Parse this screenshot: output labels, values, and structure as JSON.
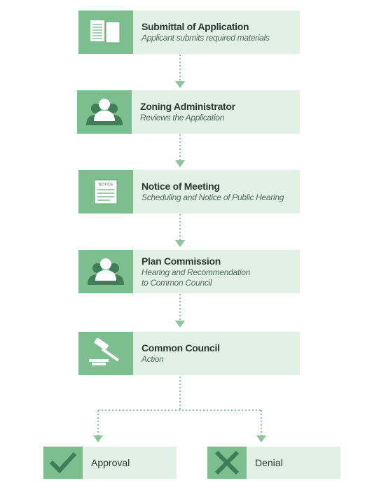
{
  "colors": {
    "accent": "#7dbe8e",
    "panel": "#e3f0e6",
    "connector": "#8ec69c"
  },
  "steps": [
    {
      "title": "Submittal of Application",
      "subtitle": "Applicant submits required materials",
      "icon": "document-icon"
    },
    {
      "title": "Zoning Administrator",
      "subtitle": "Reviews the Application",
      "icon": "people-icon"
    },
    {
      "title": "Notice of Meeting",
      "subtitle": "Scheduling and Notice of Public Hearing",
      "icon": "notice-icon",
      "icon_text": "NOTICE"
    },
    {
      "title": "Plan Commission",
      "subtitle": "Hearing and Recommendation",
      "subtitle2": "to Common Council",
      "icon": "people-icon"
    },
    {
      "title": "Common Council",
      "subtitle": "Action",
      "icon": "gavel-icon"
    }
  ],
  "outcomes": [
    {
      "label": "Approval",
      "icon": "checkmark-icon"
    },
    {
      "label": "Denial",
      "icon": "x-icon"
    }
  ]
}
